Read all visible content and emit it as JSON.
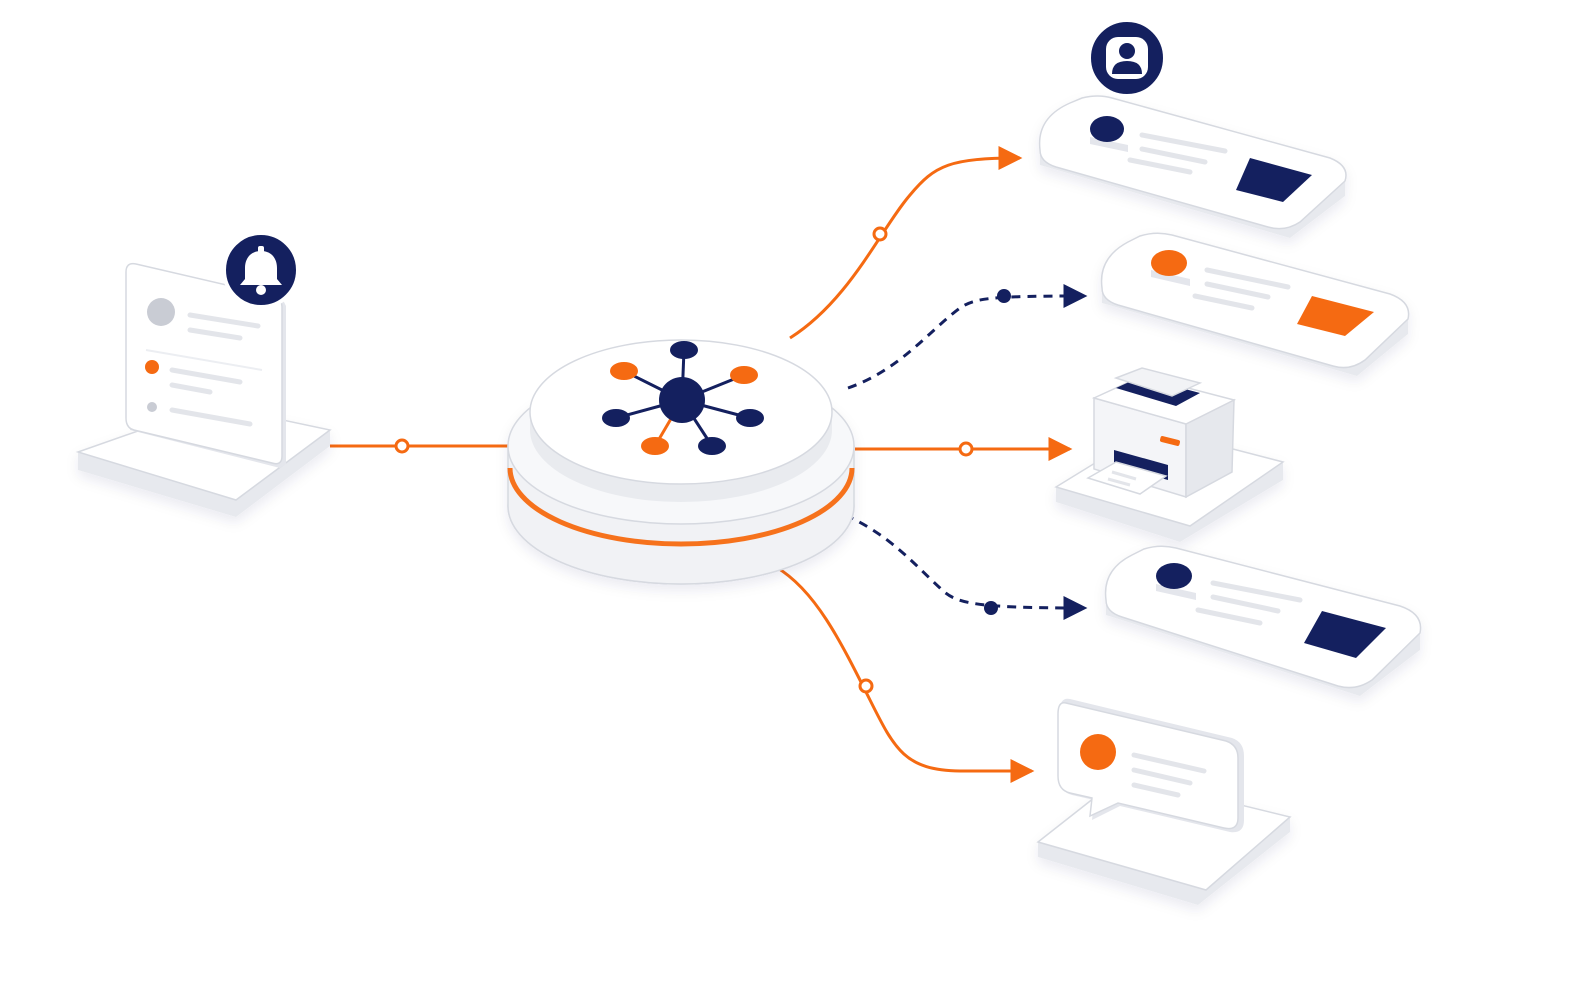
{
  "colors": {
    "background": "#ffffff",
    "navy": "#14205f",
    "orange": "#f56a12",
    "gray": "#c9ccd4",
    "line_gray": "#e3e5ea",
    "platform_top": "#ffffff",
    "platform_side": "#e7e9ee",
    "edge": "#d6d9e0"
  },
  "nodes": {
    "source": {
      "kind": "notification-document",
      "icon": "bell-icon",
      "list_markers": [
        "gray",
        "orange",
        "gray"
      ]
    },
    "hub": {
      "kind": "central-distribution-hub",
      "icon": "network-hub-icon",
      "spoke_colors": [
        "navy",
        "orange",
        "navy",
        "orange",
        "navy",
        "navy",
        "orange"
      ]
    },
    "targets": [
      {
        "kind": "user-profile-card",
        "badge_icon": "user-icon",
        "avatar_color": "navy",
        "action_color": "navy"
      },
      {
        "kind": "profile-card",
        "avatar_color": "orange",
        "action_color": "orange"
      },
      {
        "kind": "printer",
        "icon": "printer-icon"
      },
      {
        "kind": "profile-card",
        "avatar_color": "navy",
        "action_color": "navy"
      },
      {
        "kind": "chat-message",
        "icon": "chat-bubble-icon",
        "avatar_color": "orange"
      }
    ]
  },
  "connections": [
    {
      "from": "source",
      "to": "hub",
      "style": "solid",
      "color": "orange"
    },
    {
      "from": "hub",
      "to": "target-1",
      "style": "solid",
      "color": "orange"
    },
    {
      "from": "hub",
      "to": "target-2",
      "style": "dashed",
      "color": "navy"
    },
    {
      "from": "hub",
      "to": "target-3",
      "style": "solid",
      "color": "orange"
    },
    {
      "from": "hub",
      "to": "target-4",
      "style": "dashed",
      "color": "navy"
    },
    {
      "from": "hub",
      "to": "target-5",
      "style": "solid",
      "color": "orange"
    }
  ]
}
